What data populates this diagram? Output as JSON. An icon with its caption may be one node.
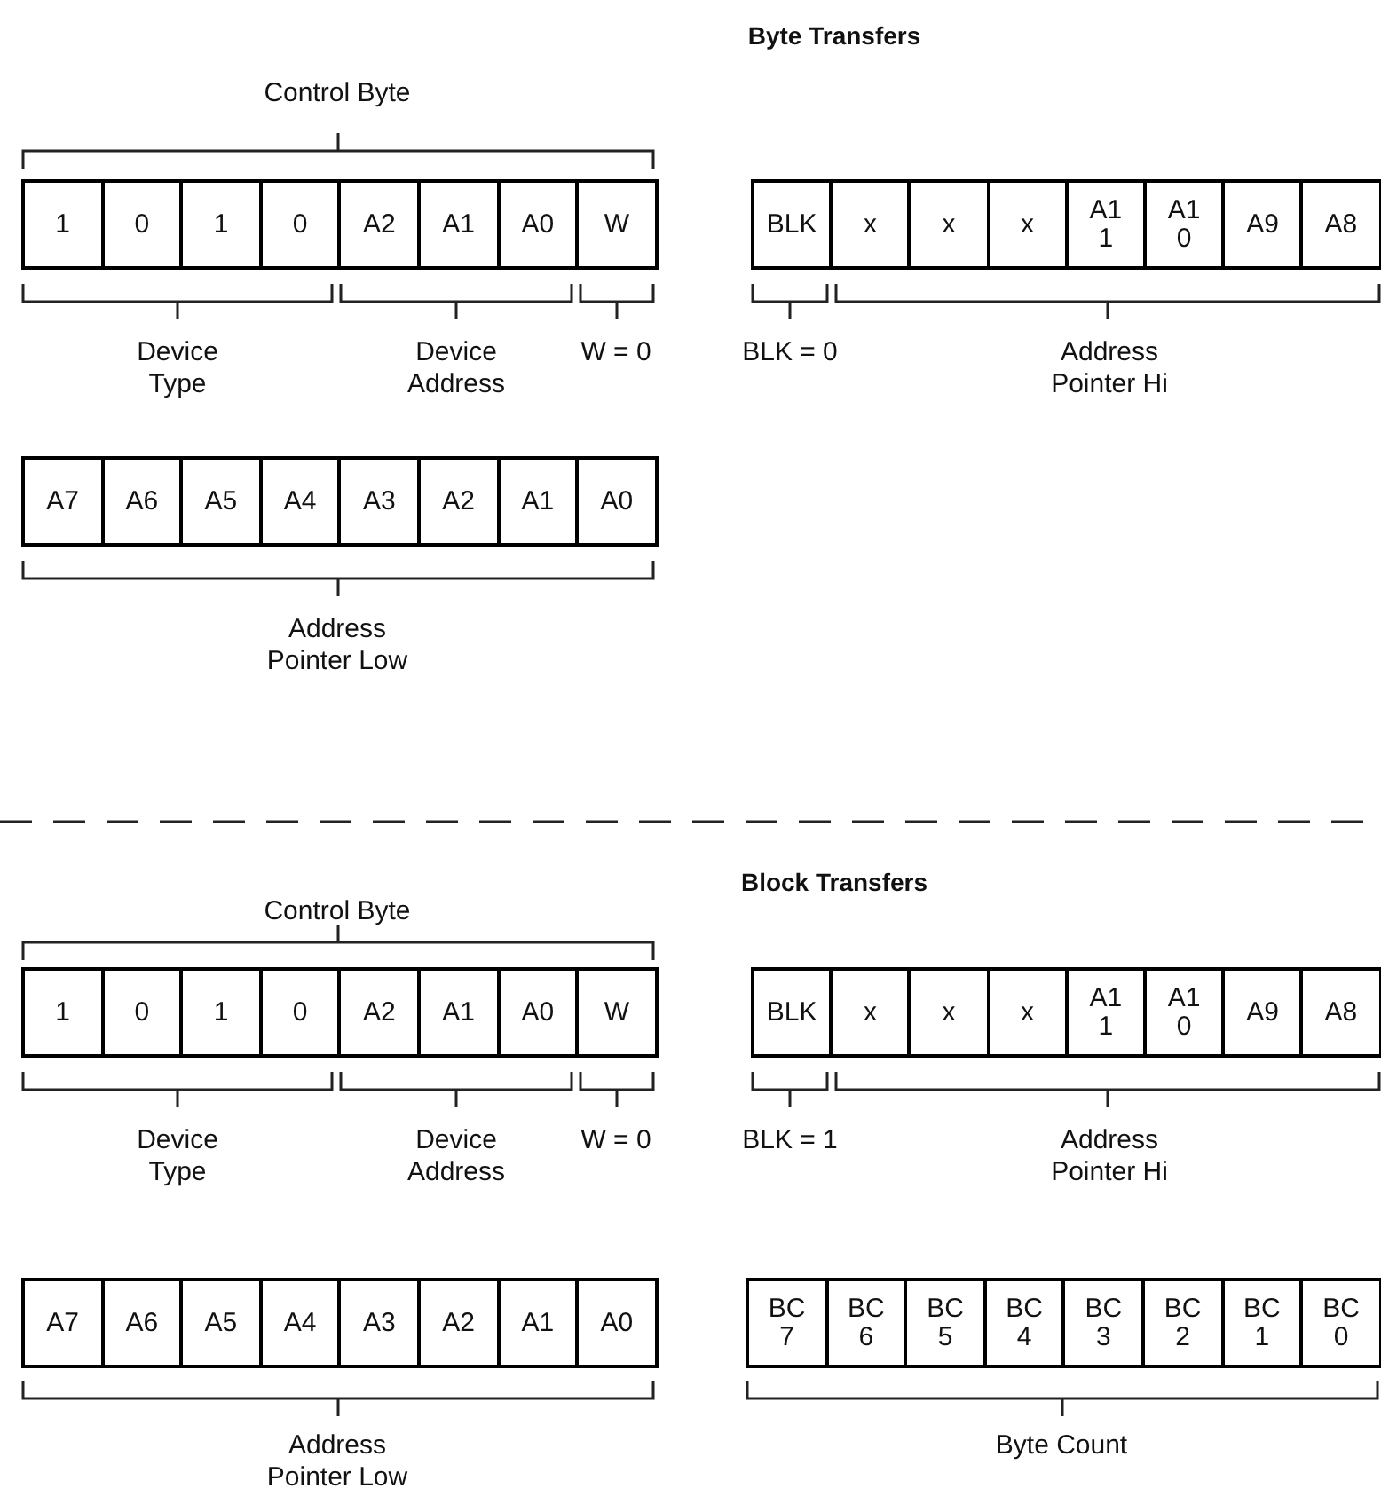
{
  "diagram": {
    "nodes": [
      {
        "text": [
          "1"
        ]
      },
      {
        "text": [
          "0"
        ]
      },
      {
        "text": [
          "1"
        ]
      },
      {
        "text": [
          "0"
        ]
      },
      {
        "text": [
          "A2"
        ]
      },
      {
        "text": [
          "A1"
        ]
      },
      {
        "text": [
          "A0"
        ]
      },
      {
        "text": [
          "W"
        ]
      },
      {
        "text": [
          "BLK"
        ]
      },
      {
        "text": [
          "x"
        ]
      },
      {
        "text": [
          "x"
        ]
      },
      {
        "text": [
          "x"
        ]
      },
      {
        "text": [
          "A1 1"
        ]
      },
      {
        "text": [
          "A1 0"
        ]
      },
      {
        "text": [
          "A9"
        ]
      },
      {
        "text": [
          "A8"
        ]
      },
      {
        "text": [
          "A7"
        ]
      },
      {
        "text": [
          "A6"
        ]
      },
      {
        "text": [
          "A5"
        ]
      },
      {
        "text": [
          "A4"
        ]
      },
      {
        "text": [
          "A3"
        ]
      },
      {
        "text": [
          "A2"
        ]
      },
      {
        "text": [
          "A1"
        ]
      },
      {
        "text": [
          "A0"
        ]
      },
      {
        "text": [
          "1"
        ]
      },
      {
        "text": [
          "0"
        ]
      },
      {
        "text": [
          "1"
        ]
      },
      {
        "text": [
          "0"
        ]
      },
      {
        "text": [
          "A2"
        ]
      },
      {
        "text": [
          "A1"
        ]
      },
      {
        "text": [
          "A0"
        ]
      },
      {
        "text": [
          "W"
        ]
      },
      {
        "text": [
          "BLK"
        ]
      },
      {
        "text": [
          "x"
        ]
      },
      {
        "text": [
          "x"
        ]
      },
      {
        "text": [
          "x"
        ]
      },
      {
        "text": [
          "A1 1"
        ]
      },
      {
        "text": [
          "A1 0"
        ]
      },
      {
        "text": [
          "A9"
        ]
      },
      {
        "text": [
          "A8"
        ]
      },
      {
        "text": [
          "A7"
        ]
      },
      {
        "text": [
          "A6"
        ]
      },
      {
        "text": [
          "A5"
        ]
      },
      {
        "text": [
          "A4"
        ]
      },
      {
        "text": [
          "A3"
        ]
      },
      {
        "text": [
          "A2"
        ]
      },
      {
        "text": [
          "A1"
        ]
      },
      {
        "text": [
          "A0"
        ]
      },
      {
        "text": [
          "BC 7"
        ]
      },
      {
        "text": [
          "BC 6"
        ]
      },
      {
        "text": [
          "BC 5"
        ]
      },
      {
        "text": [
          "BC 4"
        ]
      },
      {
        "text": [
          "BC 3"
        ]
      },
      {
        "text": [
          "BC 2"
        ]
      },
      {
        "text": [
          "BC 1"
        ]
      },
      {
        "text": [
          "BC 0"
        ]
      }
    ],
    "labels": [
      "Byte Transfers",
      "Control Byte",
      "Device Type",
      "Device Address",
      "W = 0",
      "BLK = 0",
      "Address Pointer Hi",
      "Address Pointer Low",
      "Block Transfers",
      "Control Byte",
      "Device Type",
      "Device Address",
      "W = 0",
      "BLK = 1",
      "Address Pointer Hi",
      "Address Pointer Low",
      "Byte Count"
    ]
  }
}
